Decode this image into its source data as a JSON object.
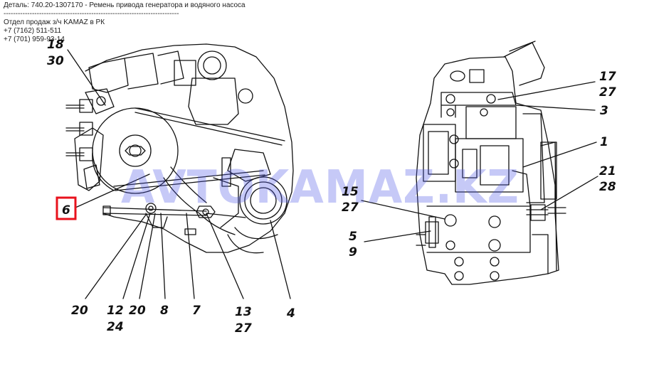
{
  "header": {
    "title": "Деталь: 740.20-1307170 - Ремень привода генератора и водяного насоса",
    "separator": "--------------------------------------------------------------------------",
    "dept": "Отдел продаж з/ч KAMAZ в РК",
    "phone1": "+7 (7162) 511-511",
    "phone2": "+7 (701) 959-93-14"
  },
  "watermark": "AVTOKAMAZ.KZ",
  "highlight_color": "#e8121c",
  "callouts": {
    "c18": "18",
    "c30": "30",
    "c6": "6",
    "c20a": "20",
    "c12": "12",
    "c24": "24",
    "c20b": "20",
    "c8": "8",
    "c7": "7",
    "c13": "13",
    "c27a": "27",
    "c4": "4",
    "c17": "17",
    "c27b": "27",
    "c3": "3",
    "c1": "1",
    "c21": "21",
    "c28": "28",
    "c15": "15",
    "c27c": "27",
    "c5": "5",
    "c9": "9"
  }
}
